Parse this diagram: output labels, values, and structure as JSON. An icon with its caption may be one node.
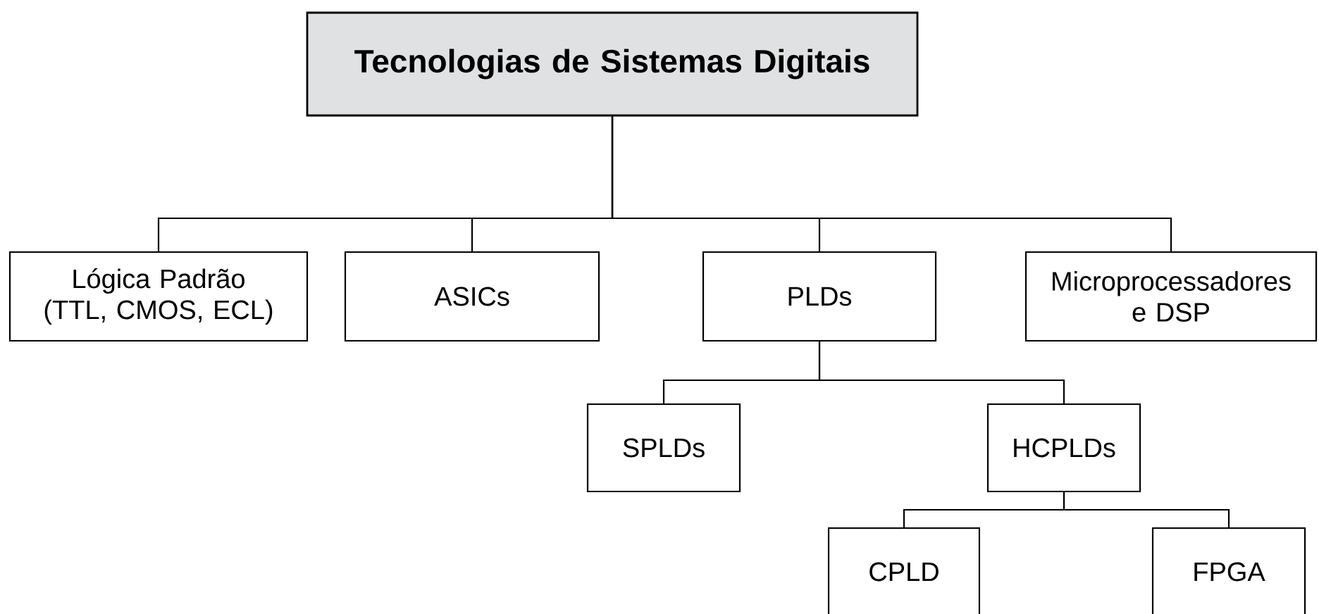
{
  "diagram": {
    "nodes": [
      {
        "text": [
          "Tecnologias de Sistemas Digitais"
        ]
      },
      {
        "text": [
          "Lógica Padrão (TTL, CMOS, ECL)"
        ]
      },
      {
        "text": [
          "ASICs"
        ]
      },
      {
        "text": [
          "PLDs"
        ]
      },
      {
        "text": [
          "Microprocessadores e DSP"
        ]
      },
      {
        "text": [
          "SPLDs"
        ]
      },
      {
        "text": [
          "HCPLDs"
        ]
      },
      {
        "text": [
          "CPLD"
        ]
      },
      {
        "text": [
          "FPGA"
        ]
      }
    ],
    "edges": [
      {
        "from": 0,
        "to": 1,
        "arrow": "none"
      },
      {
        "from": 0,
        "to": 2,
        "arrow": "none"
      },
      {
        "from": 0,
        "to": 3,
        "arrow": "none"
      },
      {
        "from": 0,
        "to": 4,
        "arrow": "none"
      },
      {
        "from": 3,
        "to": 5,
        "arrow": "none"
      },
      {
        "from": 3,
        "to": 6,
        "arrow": "none"
      },
      {
        "from": 6,
        "to": 7,
        "arrow": "none"
      },
      {
        "from": 6,
        "to": 8,
        "arrow": "none"
      }
    ]
  }
}
